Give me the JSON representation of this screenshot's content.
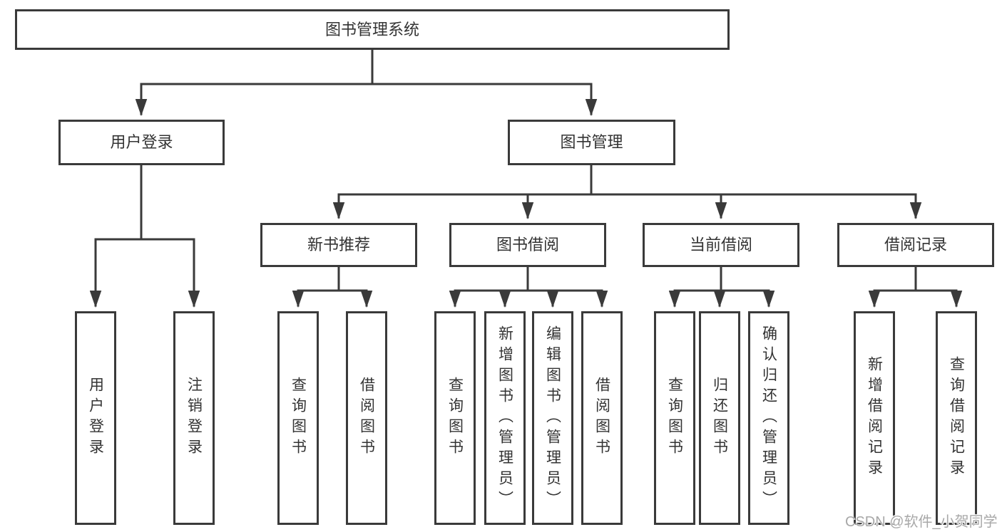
{
  "colors": {
    "line": "#3a3a3a",
    "border": "#3a3a3a",
    "text": "#333333",
    "box_background": "#ffffff",
    "watermark_text": "#a8a8a8"
  },
  "watermark": "CSDN @软件_小贺同学",
  "tree": {
    "label": "图书管理系统",
    "children": [
      {
        "label": "用户登录",
        "children": [
          {
            "label": "用户登录"
          },
          {
            "label": "注销登录"
          }
        ]
      },
      {
        "label": "图书管理",
        "children": [
          {
            "label": "新书推荐",
            "children": [
              {
                "label": "查询图书"
              },
              {
                "label": "借阅图书"
              }
            ]
          },
          {
            "label": "图书借阅",
            "children": [
              {
                "label": "查询图书"
              },
              {
                "label": "新增图书（管理员）"
              },
              {
                "label": "编辑图书（管理员）"
              },
              {
                "label": "借阅图书"
              }
            ]
          },
          {
            "label": "当前借阅",
            "children": [
              {
                "label": "查询图书"
              },
              {
                "label": "归还图书"
              },
              {
                "label": "确认归还（管理员）"
              }
            ]
          },
          {
            "label": "借阅记录",
            "children": [
              {
                "label": "新增借阅记录"
              },
              {
                "label": "查询借阅记录"
              }
            ]
          }
        ]
      }
    ]
  }
}
